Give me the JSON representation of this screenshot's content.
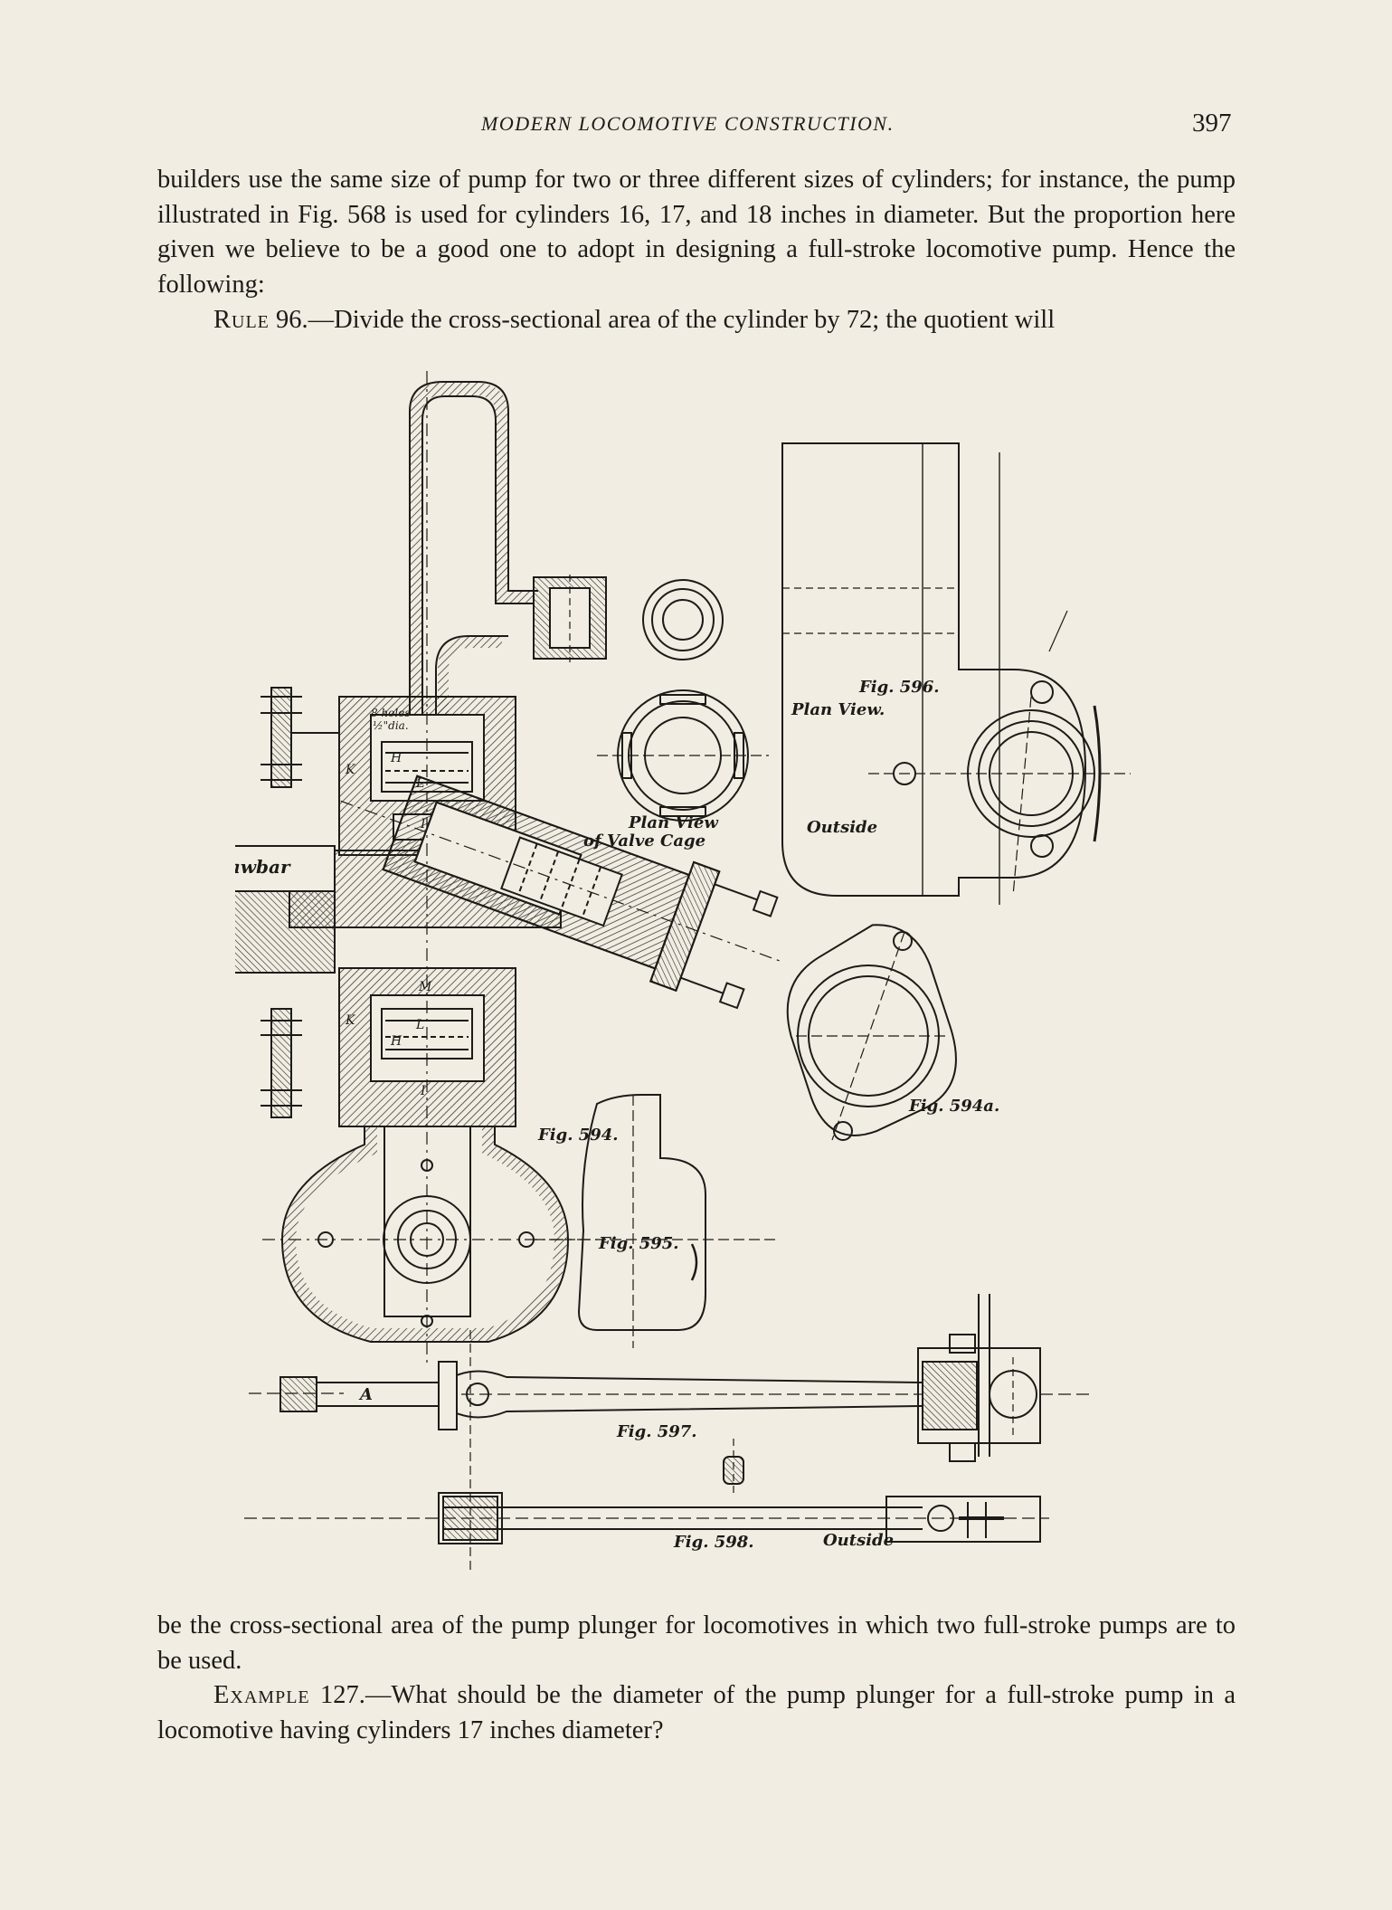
{
  "header": {
    "running_head": "MODERN LOCOMOTIVE CONSTRUCTION.",
    "page_number": "397"
  },
  "body": {
    "para1": "builders use the same size of pump for two or three different sizes of cylinders; for instance, the pump illustrated in Fig. 568 is used for cylinders 16, 17, and 18 inches in diameter. But the proportion here given we believe to be a good one to adopt in designing a full-stroke locomotive pump. Hence the following:",
    "rule_label": "Rule",
    "rule_text": " 96.—Divide the cross-sectional area of the cylinder by 72; the quotient will",
    "para3": "be the cross-sectional area of the pump plunger for locomotives in which two full-stroke pumps are to be used.",
    "example_label": "Example",
    "example_text": " 127.—What should be the diameter of the pump plunger for a full-stroke pump in a locomotive having cylinders 17 inches diameter?"
  },
  "figure": {
    "labels": {
      "holes": "8 holes",
      "holes_dia": "½\"dia.",
      "drawbar": "Drawbar",
      "plan_view_cage_1": "Plan View",
      "plan_view_cage_2": "of Valve Cage",
      "fig596": "Fig. 596.",
      "plan_view": "Plan View.",
      "outside_596": "Outside",
      "fig594": "Fig. 594.",
      "fig595": "Fig. 595.",
      "fig594a": "Fig. 594a.",
      "fig597": "Fig. 597.",
      "fig598": "Fig. 598.",
      "outside_598": "Outside",
      "letter_a": "A",
      "letter_h": "H",
      "letter_l": "L",
      "letter_k": "K",
      "letter_i": "I",
      "letter_m": "M"
    }
  }
}
